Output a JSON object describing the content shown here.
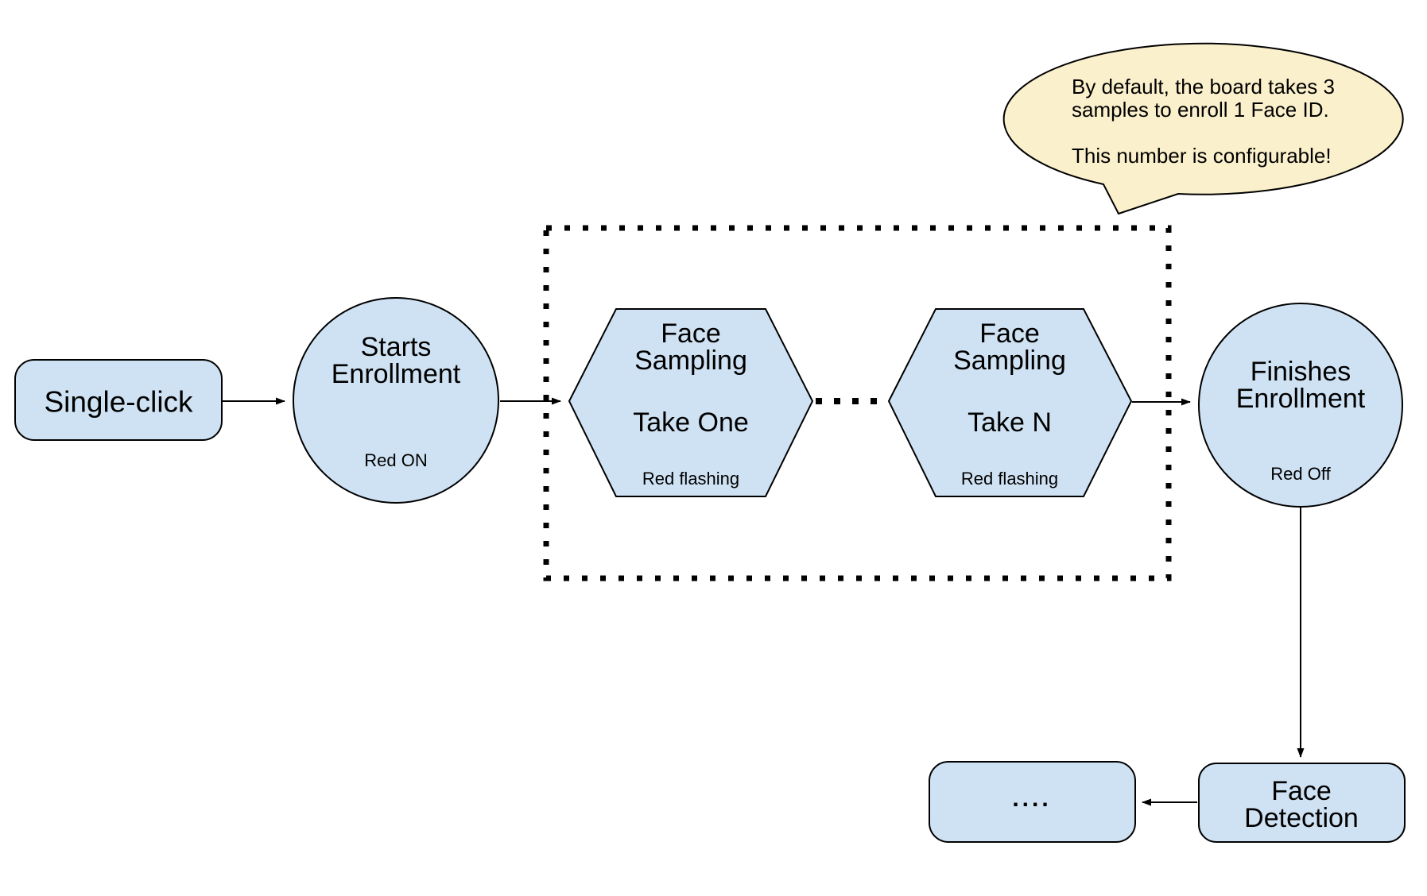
{
  "diagram": {
    "nodes": {
      "single_click": {
        "label": "Single-click"
      },
      "starts_enrollment": {
        "label": "Starts\nEnrollment",
        "status": "Red ON"
      },
      "face_sampling_take_one": {
        "label": "Face\nSampling",
        "take": "Take One",
        "status": "Red flashing"
      },
      "face_sampling_take_n": {
        "label": "Face\nSampling",
        "take": "Take N",
        "status": "Red flashing"
      },
      "finishes_enrollment": {
        "label": "Finishes\nEnrollment",
        "status": "Red Off"
      },
      "face_detection": {
        "label": "Face\nDetection"
      },
      "continuation": {
        "label": "...."
      }
    },
    "callout": {
      "text": "By default, the board takes 3\nsamples to enroll 1 Face ID.\n\nThis number is configurable!"
    },
    "colors": {
      "node_fill": "#cfe2f3",
      "node_stroke": "#000000",
      "callout_fill": "#fbf0cc",
      "connector": "#000000",
      "background": "#ffffff"
    }
  }
}
